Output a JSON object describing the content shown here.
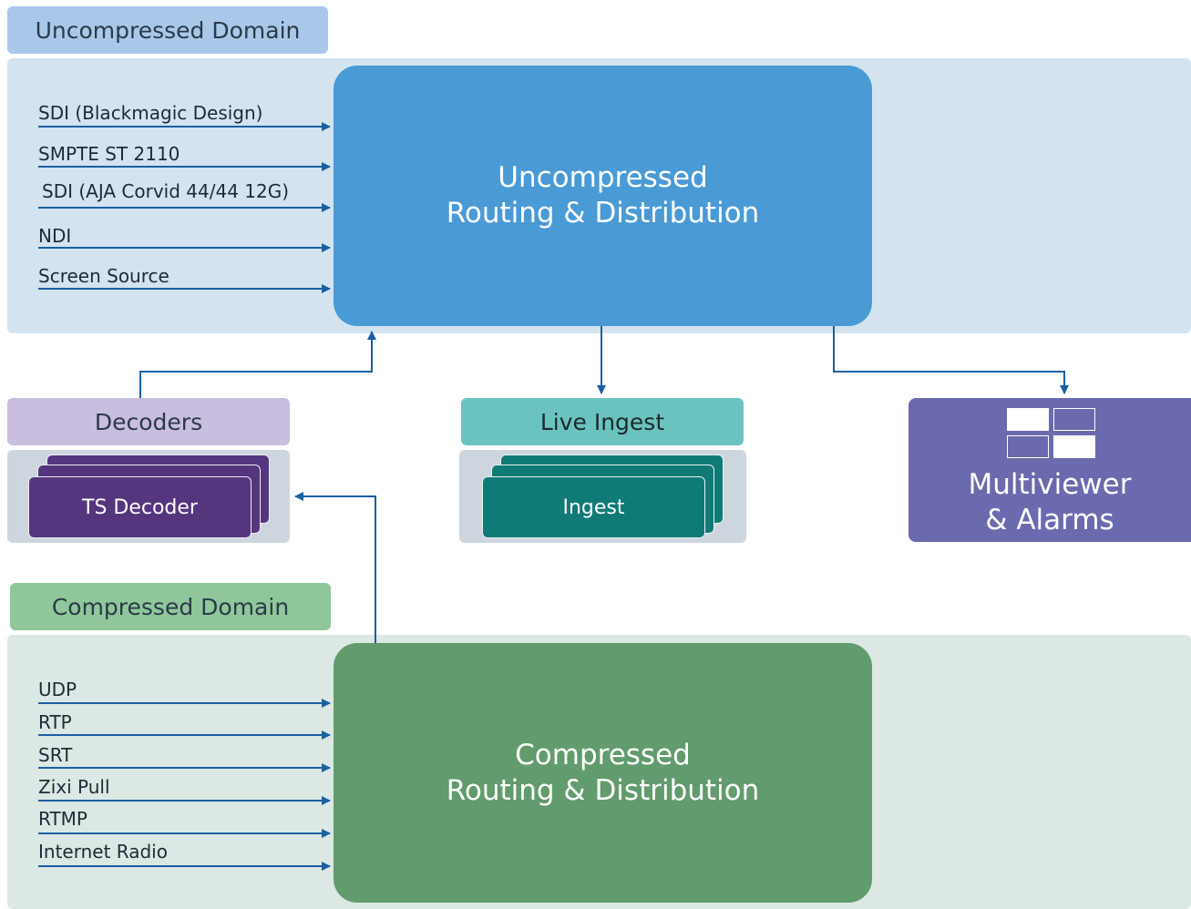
{
  "uncompressed": {
    "domain_label": "Uncompressed Domain",
    "router_line1": "Uncompressed",
    "router_line2": "Routing & Distribution",
    "inputs": [
      "SDI (Blackmagic Design)",
      "SMPTE ST 2110",
      "SDI (AJA Corvid 44/44 12G)",
      "NDI",
      "Screen Source"
    ]
  },
  "decoders": {
    "label": "Decoders",
    "card_label": "TS Decoder"
  },
  "live_ingest": {
    "label": "Live Ingest",
    "card_label": "Ingest"
  },
  "multiviewer": {
    "line1": "Multiviewer",
    "line2": "& Alarms"
  },
  "compressed": {
    "domain_label": "Compressed Domain",
    "router_line1": "Compressed",
    "router_line2": "Routing & Distribution",
    "inputs": [
      "UDP",
      "RTP",
      "SRT",
      "Zixi Pull",
      "RTMP",
      "Internet Radio"
    ]
  },
  "colors": {
    "uncompressed_router": "#4a9ad6",
    "uncompressed_panel": "#d3e3ef",
    "uncompressed_tag": "#a9c8e9",
    "compressed_router": "#629b6d",
    "compressed_panel": "#dbe8e3",
    "compressed_tag": "#8fc79b",
    "decoder_card": "#56357f",
    "decoder_tag": "#c9bde0",
    "ingest_card": "#0f7a76",
    "ingest_tag": "#6bc3c0",
    "multiviewer": "#6c6aae",
    "arrow": "#1a5fa3"
  }
}
